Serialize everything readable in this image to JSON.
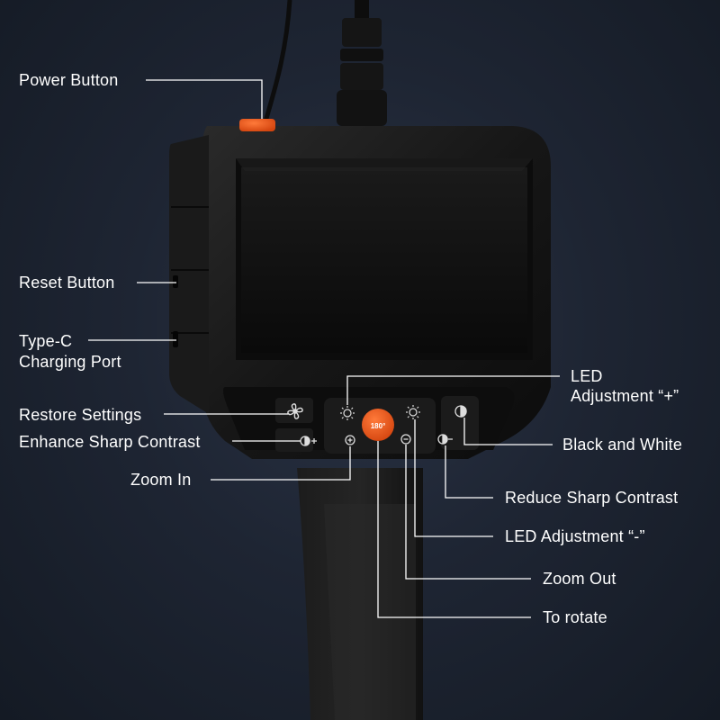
{
  "colors": {
    "background": "#1b2230",
    "device_body": "#141414",
    "accent_orange": "#e8561c",
    "label_text": "#ffffff",
    "leader_line": "#ffffff"
  },
  "center_button_text": "180°",
  "labels": {
    "power_button": "Power Button",
    "reset_button": "Reset Button",
    "type_c_line1": "Type-C",
    "type_c_line2": "Charging Port",
    "restore_settings": "Restore Settings",
    "enhance_sharp_contrast": "Enhance Sharp Contrast",
    "zoom_in": "Zoom In",
    "led_adjustment_plus_line1": "LED",
    "led_adjustment_plus_line2": "Adjustment “+”",
    "black_and_white": "Black and White",
    "reduce_sharp_contrast": "Reduce Sharp Contrast",
    "led_adjustment_minus": "LED Adjustment “-”",
    "zoom_out": "Zoom Out",
    "to_rotate": "To rotate"
  },
  "icons": {
    "restore": "fan-reset-icon",
    "enhance": "contrast-plus-icon",
    "zoom_in": "zoom-in-icon",
    "led_plus": "sun-plus-icon",
    "led_minus": "sun-minus-icon",
    "zoom_out": "zoom-out-icon",
    "reduce": "contrast-minus-icon",
    "black_white": "half-circle-icon",
    "rotate": "rotate-180-icon"
  }
}
